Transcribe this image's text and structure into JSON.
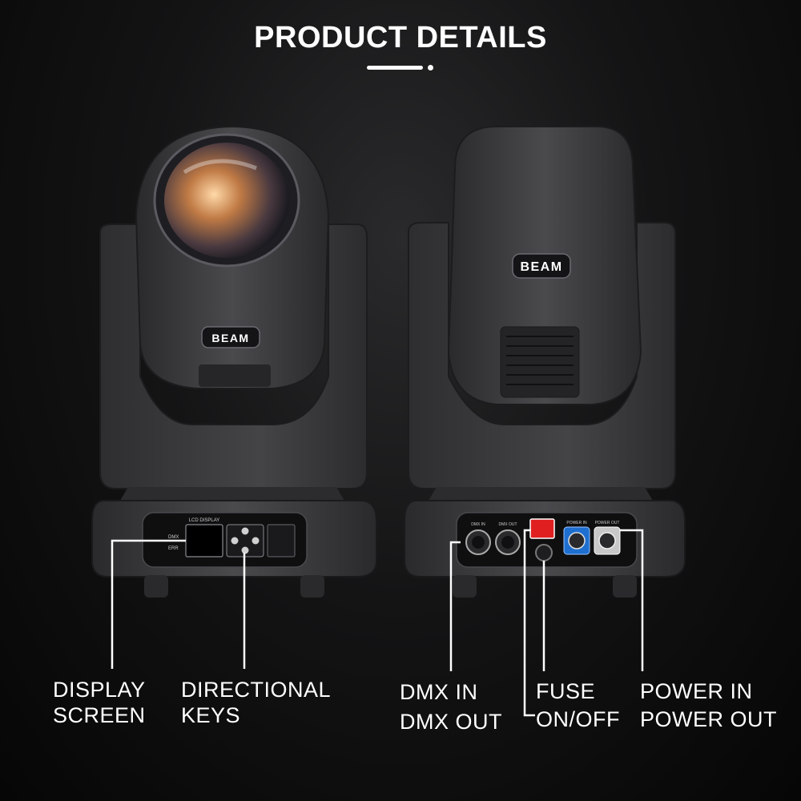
{
  "header": {
    "title": "PRODUCT DETAILS"
  },
  "product": {
    "front_badge": "BEAM",
    "back_badge": "BEAM",
    "front_panel": {
      "lcd_caption": "LCD DISPLAY",
      "dmx_indicator": "DMX",
      "err_indicator": "ERR"
    },
    "rear_panel": {
      "dmx_in_caption": "DMX IN",
      "dmx_out_caption": "DMX OUT",
      "power_in_caption": "POWER IN",
      "power_out_caption": "POWER OUT"
    }
  },
  "callouts": {
    "display_screen": [
      "DISPLAY",
      "SCREEN"
    ],
    "directional_keys": [
      "DIRECTIONAL",
      "KEYS"
    ],
    "dmx": [
      "DMX IN",
      "DMX OUT"
    ],
    "fuse": [
      "FUSE",
      "ON/OFF"
    ],
    "power": [
      "POWER IN",
      "POWER OUT"
    ]
  },
  "colors": {
    "background": "#0a0a0a",
    "fixture_body": "#3a3a3c",
    "text": "#ffffff",
    "switch_red": "#e02020",
    "powercon_blue": "#1e6fd0",
    "powercon_grey": "#c8c8c8",
    "lens_amber": "#e8a060"
  }
}
